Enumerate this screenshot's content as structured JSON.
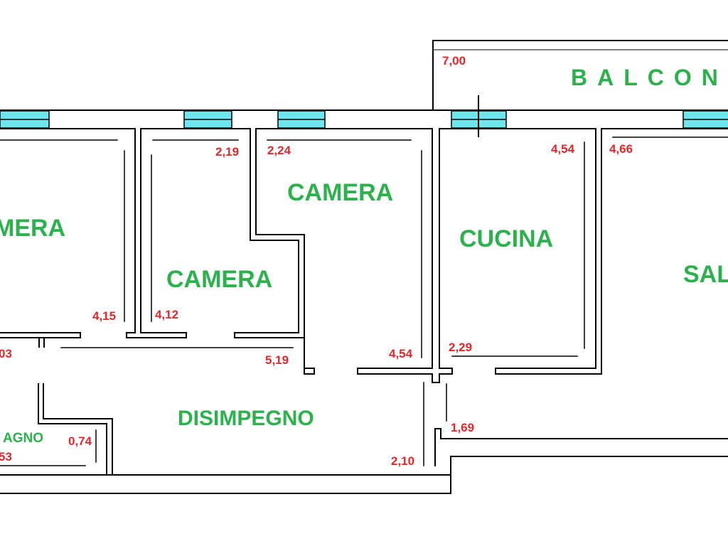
{
  "colors": {
    "room_label": "#2bb24c",
    "dimension": "#e8262a",
    "window_fill": "#6ee6ec",
    "wall": "#000000"
  },
  "rooms": {
    "camera_left": "MERA",
    "camera_middle": "CAMERA",
    "camera_top": "CAMERA",
    "cucina": "CUCINA",
    "salone": "SAL",
    "disimpegno": "DISIMPEGNO",
    "bagno": "AGNO",
    "balcone": "BALCONE"
  },
  "dimensions": {
    "balcone_width": "7,00",
    "camera_mid_top": "2,19",
    "camera_top_width": "2,24",
    "cucina_length": "4,54",
    "salone_length": "4,66",
    "camera_left_length": "4,15",
    "camera_mid_length": "4,12",
    "left_width": "03",
    "disimpegno_length": "5,19",
    "camera_top_length": "4,54",
    "cucina_width": "2,29",
    "bagno_width": "0,74",
    "bagno_length": "53",
    "disimpegno_width": "2,10",
    "corridor_width": "1,69"
  }
}
